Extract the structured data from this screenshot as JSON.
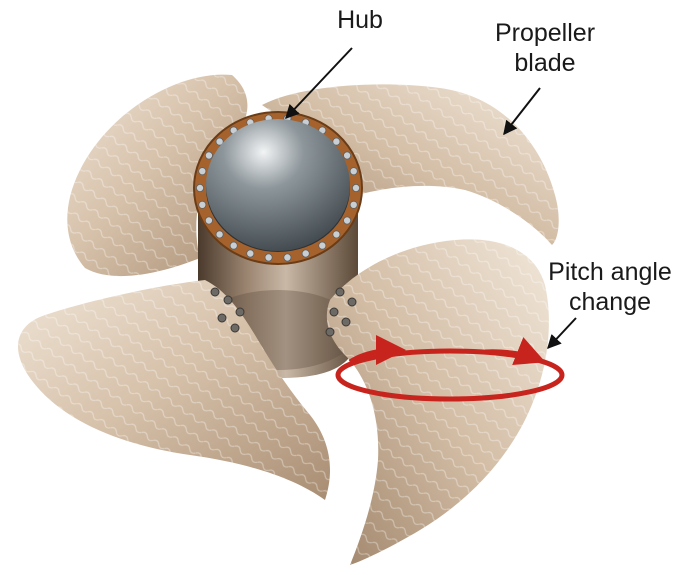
{
  "labels": {
    "hub": "Hub",
    "blade_line1": "Propeller",
    "blade_line2": "blade",
    "pitch_line1": "Pitch angle",
    "pitch_line2": "change"
  },
  "colors": {
    "blade_light": "#e9dccd",
    "blade_mid": "#cdb59c",
    "blade_dark": "#9c8268",
    "hub_dome": "#6b7378",
    "hub_ring": "#a5622c",
    "arrow_red": "#c8241e",
    "pointer": "#111111"
  }
}
